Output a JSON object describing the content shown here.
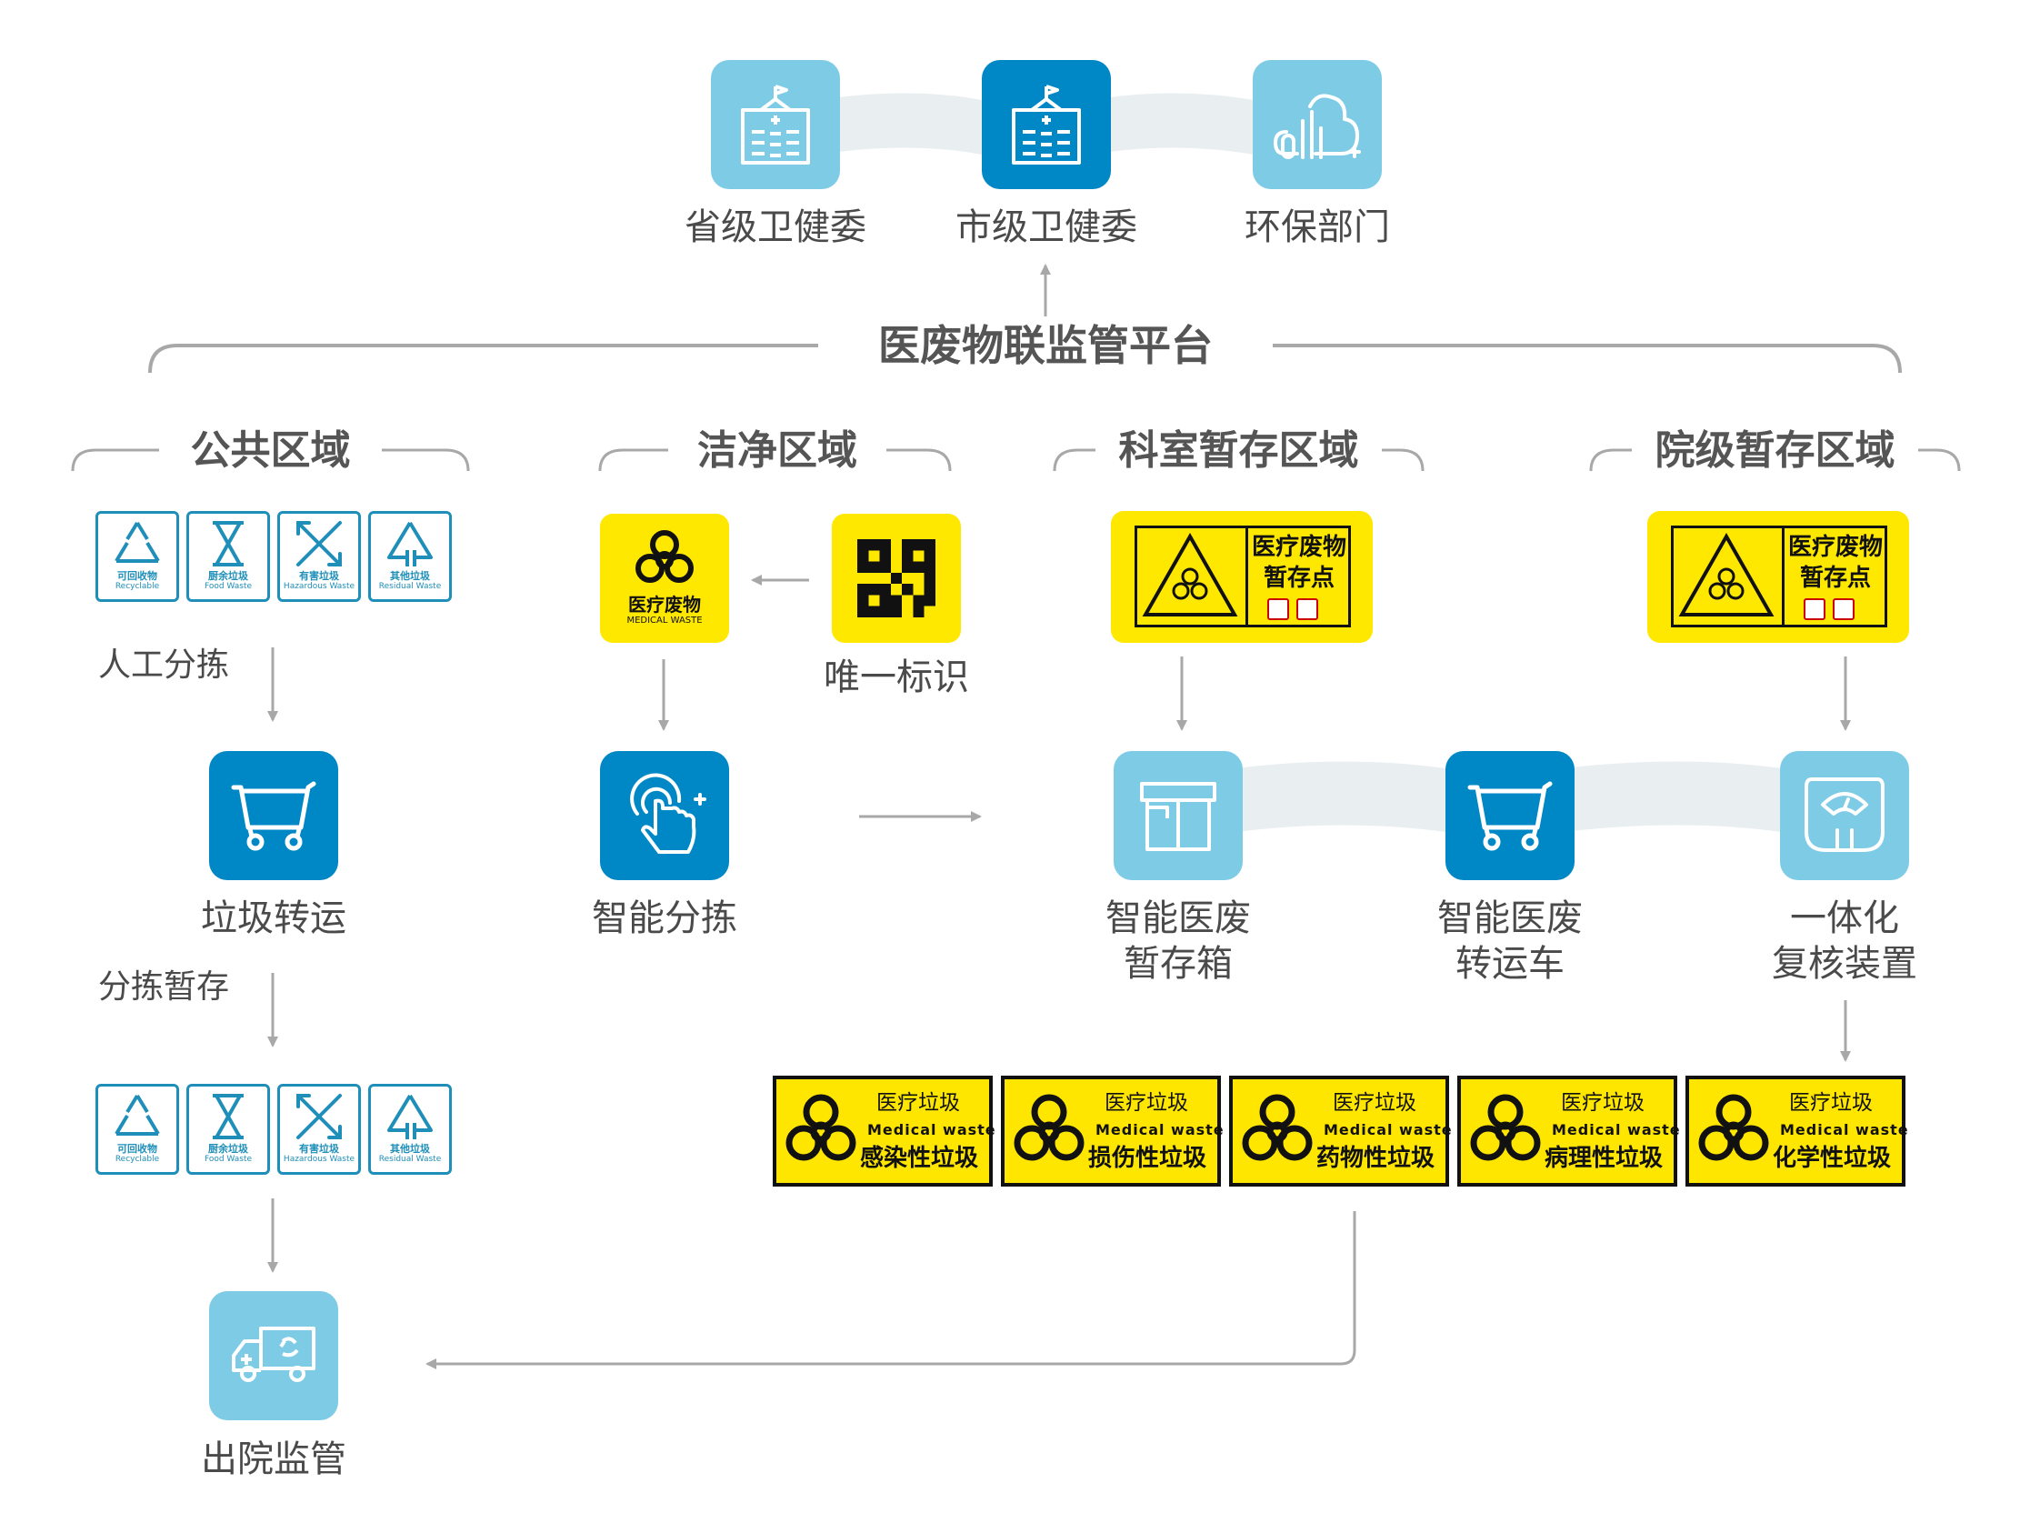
{
  "top": {
    "provincial": "省级卫健委",
    "municipal": "市级卫健委",
    "environment": "环保部门"
  },
  "platform": "医废物联监管平台",
  "zones": {
    "public": "公共区域",
    "clean": "洁净区域",
    "dept": "科室暂存区域",
    "hospital": "院级暂存区域"
  },
  "bins": [
    {
      "cn": "可回收物",
      "en": "Recyclable"
    },
    {
      "cn": "厨余垃圾",
      "en": "Food Waste"
    },
    {
      "cn": "有害垃圾",
      "en": "Hazardous Waste"
    },
    {
      "cn": "其他垃圾",
      "en": "Residual Waste"
    }
  ],
  "steps": {
    "manual_sort": "人工分拣",
    "garbage_transfer": "垃圾转运",
    "sort_store": "分拣暂存",
    "exit_supervision": "出院监管",
    "unique_id": "唯一标识",
    "smart_sort": "智能分拣",
    "smart_box_l1": "智能医废",
    "smart_box_l2": "暂存箱",
    "smart_cart_l1": "智能医废",
    "smart_cart_l2": "转运车",
    "review_l1": "一体化",
    "review_l2": "复核装置"
  },
  "badge": {
    "cn": "医疗废物",
    "en": "MEDICAL WASTE"
  },
  "storage_sign": {
    "line1": "医疗废物",
    "line2": "暂存点"
  },
  "waste_labels": {
    "title": "医疗垃圾",
    "subtitle": "Medical waste",
    "types": [
      "感染性垃圾",
      "损伤性垃圾",
      "药物性垃圾",
      "病理性垃圾",
      "化学性垃圾"
    ]
  },
  "colors": {
    "light_blue": "#7ecbe6",
    "dark_blue": "#0087c5",
    "yellow": "#ffe800",
    "line_gray": "#a8a8a8"
  }
}
